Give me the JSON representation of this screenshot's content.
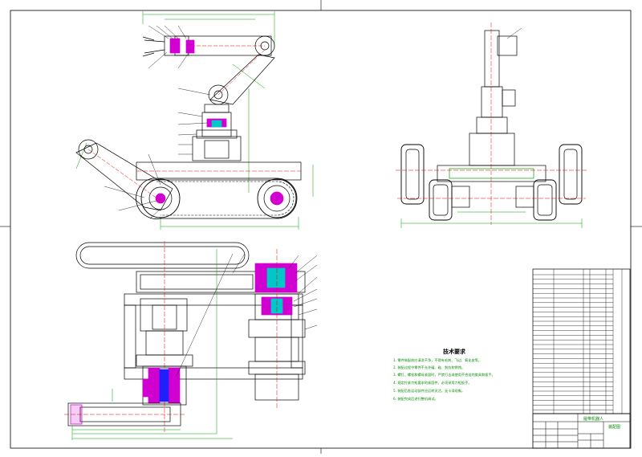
{
  "drawing": {
    "technical_notes": {
      "title": "技术要求",
      "lines": [
        "1. 零件装配前应清洗干净，不得有毛刺、飞边、氧化皮等。",
        "2. 装配过程中零件不允许磕、碰、划伤和锈蚀。",
        "3. 螺钉、螺栓和螺母紧固时，严禁打击或使用不合适的旋具和扳手。",
        "4. 规定拧紧力矩要求的紧固件，必须采用力矩扳手。",
        "5. 装配后各运动部件应运转灵活，无卡滞现象。",
        "6. 装配完成后进行整机调试。"
      ]
    },
    "title_block": {
      "drawing_name": "履带机器人",
      "drawing_code": "装配图"
    },
    "colors": {
      "outline": "#000000",
      "green_dim": "#00a000",
      "red_center": "#e00000",
      "magenta_section": "#d000d0",
      "cyan_hatch": "#00c8c8",
      "blue_hatch": "#2020ff"
    }
  }
}
